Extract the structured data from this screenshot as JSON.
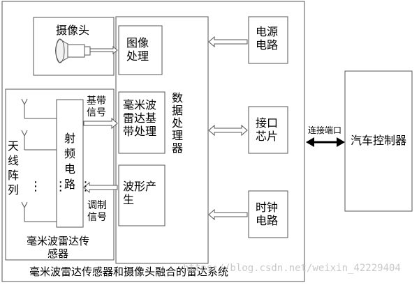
{
  "diagram": {
    "camera": "摄像头",
    "image_processing": "图像处理",
    "power_circuit": "电源电路",
    "data_processor": "数据处理器",
    "mmwave_baseband": "毫米波雷达基带处理",
    "baseband_signal": "基带信号",
    "interface_chip": "接口芯片",
    "connection_port": "连接端口",
    "vehicle_controller": "汽车控制器",
    "antenna_array": "天线阵列",
    "rf_circuit": "射频电路",
    "dots": "⋮ ⋮ ⋮",
    "waveform_gen": "波形产生",
    "modulation_signal": "调制信号",
    "clock_circuit": "时钟电路",
    "mmwave_sensor": "毫米波雷达传感器",
    "system_title": "毫米波雷达传感器和摄像头融合的雷达系统",
    "watermark": "https://blog.csdn.net/weixin_42229404"
  },
  "colors": {
    "line": "#555555",
    "text": "#000000",
    "watermark": "#c9c9c9"
  }
}
